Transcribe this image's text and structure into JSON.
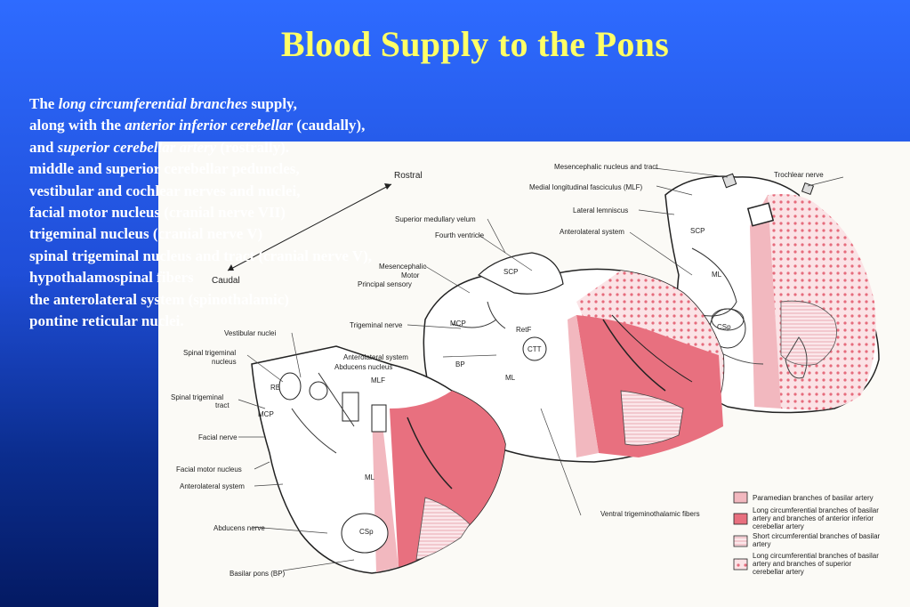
{
  "slide": {
    "title": "Blood Supply to the Pons",
    "text_lines": [
      {
        "parts": [
          {
            "t": "The ",
            "i": false
          },
          {
            "t": "long circumferential branches",
            "i": true
          },
          {
            "t": " supply,",
            "i": false
          }
        ]
      },
      {
        "parts": [
          {
            "t": "along with the ",
            "i": false
          },
          {
            "t": "anterior inferior cerebellar",
            "i": true
          },
          {
            "t": " (caudally),",
            "i": false
          }
        ]
      },
      {
        "parts": [
          {
            "t": "and ",
            "i": false
          },
          {
            "t": "superior cerebellar artery",
            "i": true
          },
          {
            "t": " (rostrally).",
            "i": false
          }
        ]
      },
      {
        "parts": [
          {
            "t": "middle and superior cerebellar peduncles,",
            "i": false
          }
        ]
      },
      {
        "parts": [
          {
            "t": "vestibular and cochlear nerves and nuclei,",
            "i": false
          }
        ]
      },
      {
        "parts": [
          {
            "t": "facial motor nucleus (cranial nerve VII)",
            "i": false
          }
        ]
      },
      {
        "parts": [
          {
            "t": "trigeminal nucleus (cranial nerve V)",
            "i": false
          }
        ]
      },
      {
        "parts": [
          {
            "t": "spinal trigeminal nucleus and tract (cranial nerve V),",
            "i": false
          }
        ]
      },
      {
        "parts": [
          {
            "t": "hypothalamospinal fibers",
            "i": false
          }
        ]
      },
      {
        "parts": [
          {
            "t": "the anterolateral system (spinothalamic)",
            "i": false
          }
        ]
      },
      {
        "parts": [
          {
            "t": "pontine reticular nuclei.",
            "i": false
          }
        ]
      }
    ]
  },
  "figure": {
    "direction": {
      "rostral": "Rostral",
      "caudal": "Caudal"
    },
    "labels": {
      "mesencephalic_nucleus_tract": "Mesencephalic nucleus and tract",
      "trochlear_nerve": "Trochlear nerve",
      "mlf_long": "Medial longitudinal fasciculus (MLF)",
      "lateral_lemniscus": "Lateral lemniscus",
      "anterolateral_system": "Anterolateral system",
      "superior_medullary_velum": "Superior medullary velum",
      "fourth_ventricle": "Fourth ventricle",
      "mesencephalic": "Mesencephalic",
      "motor": "Motor",
      "principal_sensory": "Principal sensory",
      "trigeminal_nerve": "Trigeminal nerve",
      "vestibular_nuclei": "Vestibular nuclei",
      "spinal_trigeminal_nucleus_1": "Spinal trigeminal",
      "spinal_trigeminal_nucleus_2": "nucleus",
      "spinal_trigeminal_tract_1": "Spinal trigeminal",
      "spinal_trigeminal_tract_2": "tract",
      "abducens_nucleus": "Abducens nucleus",
      "mlf": "MLF",
      "facial_nerve": "Facial nerve",
      "facial_motor_nucleus": "Facial motor nucleus",
      "anterolateral_system_2": "Anterolateral system",
      "abducens_nerve": "Abducens nerve",
      "basilar_pons": "Basilar pons (BP)",
      "ventral_trigeminothalamic": "Ventral trigeminothalamic fibers",
      "scp": "SCP",
      "ml": "ML",
      "csp": "CSp",
      "mcp": "MCP",
      "retf": "RetF",
      "ctt": "CTT",
      "bp": "BP",
      "rb": "RB"
    },
    "legend": [
      {
        "lines": [
          "Paramedian branches of basilar artery"
        ],
        "color": "#f2b8bf",
        "pattern": "solid"
      },
      {
        "lines": [
          "Long circumferential branches of basilar",
          "artery and branches of anterior inferior",
          "cerebellar artery"
        ],
        "color": "#e8707f",
        "pattern": "solid"
      },
      {
        "lines": [
          "Short circumferential branches of basilar",
          "artery"
        ],
        "color": "#f7d6da",
        "pattern": "hatch"
      },
      {
        "lines": [
          "Long circumferential branches of basilar",
          "artery and branches of superior",
          "cerebellar artery"
        ],
        "color": "#fbe3e6",
        "pattern": "dots"
      }
    ]
  }
}
